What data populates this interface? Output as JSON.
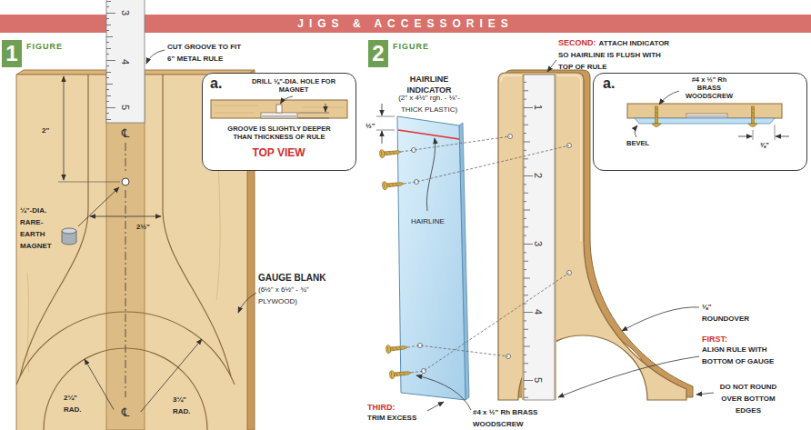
{
  "diagram": {
    "title": "JIGS & ACCESSORIES",
    "nodes": [
      {
        "text": [
          "1",
          "FIGURE"
        ]
      },
      {
        "text": [
          "a.",
          "DRILL ⅛\"-DIA. HOLE FOR MAGNET",
          "GROOVE IS SLIGHTLY DEEPER THAN THICKNESS OF RULE",
          "TOP VIEW"
        ]
      },
      {
        "text": [
          "2",
          "FIGURE"
        ]
      },
      {
        "text": [
          "a.",
          "#4 x ½\" Rh BRASS WOODSCREW",
          "BEVEL",
          "⅜\""
        ]
      }
    ],
    "labels": [
      "3",
      "4",
      "5",
      "CUT GROOVE TO FIT 6\" METAL RULE",
      "2\"",
      "℄",
      "¼\"-DIA. RARE- EARTH MAGNET",
      "2½\"",
      "2¼\" RAD.",
      "3¼\" RAD.",
      "℄",
      "GAUGE BLANK",
      "(6½\" x 6½\" - ¾\" PLYWOOD)",
      "HAIRLINE INDICATOR",
      "(2\" x 4½\" rgh. - ⅛\"-THICK PLASTIC)",
      "½\"",
      "HAIRLINE",
      "SECOND:",
      "ATTACH INDICATOR SO HAIRLINE IS FLUSH WITH TOP OF RULE",
      "1",
      "2",
      "3",
      "4",
      "5",
      "⅛\" ROUNDOVER",
      "FIRST:",
      "ALIGN RULE WITH BOTTOM OF GAUGE",
      "DO NOT ROUND OVER BOTTOM EDGES",
      "THIRD:",
      "TRIM EXCESS",
      "#4 x ½\" Rh BRASS WOODSCREW"
    ]
  }
}
